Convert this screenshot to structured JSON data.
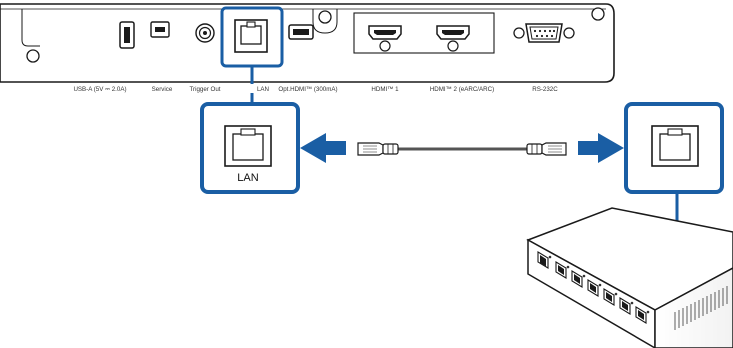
{
  "colors": {
    "accent": "#1a5ea4",
    "outline": "#1a1a1a",
    "panel_fill": "#ffffff",
    "port_fill": "#ececec",
    "cable": "#555555",
    "label_text": "#333333"
  },
  "projector_panel": {
    "ports": [
      {
        "label": "USB-A (5V ⎓ 2.0A)",
        "icon": "usb-a-port-icon"
      },
      {
        "label": "Service",
        "icon": "mini-usb-port-icon"
      },
      {
        "label": "Trigger Out",
        "icon": "trigger-out-jack-icon"
      },
      {
        "label": "LAN",
        "icon": "lan-port-icon",
        "highlighted": true
      },
      {
        "label": "Opt.HDMI™ (300mA)",
        "icon": "usb-a-port-icon"
      },
      {
        "label": "HDMI™ 1",
        "icon": "hdmi-port-icon"
      },
      {
        "label": "HDMI™ 2 (eARC/ARC)",
        "icon": "hdmi-port-icon"
      },
      {
        "label": "RS-232C",
        "icon": "rs232c-port-icon"
      }
    ]
  },
  "zoom_lan": {
    "label": "LAN",
    "icon": "lan-port-icon"
  },
  "cable": {
    "icon": "lan-cable-icon"
  },
  "arrows": [
    {
      "direction": "left",
      "icon": "arrow-left-icon"
    },
    {
      "direction": "right",
      "icon": "arrow-right-icon"
    }
  ],
  "network_device": {
    "icon": "network-hub-icon",
    "zoom_port_icon": "lan-port-icon"
  }
}
